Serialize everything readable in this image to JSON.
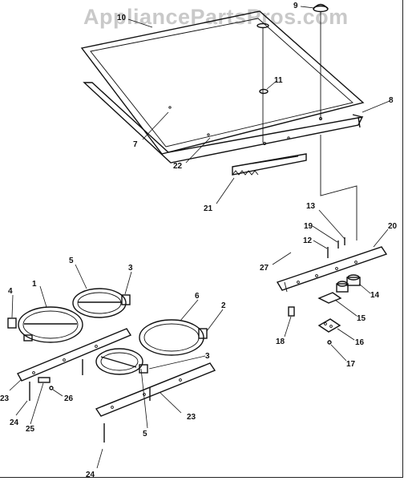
{
  "watermark": "AppliancePartsPros.com",
  "callouts": [
    "1",
    "2",
    "3",
    "3",
    "4",
    "5",
    "5",
    "6",
    "7",
    "8",
    "9",
    "10",
    "11",
    "12",
    "13",
    "14",
    "15",
    "16",
    "17",
    "18",
    "19",
    "20",
    "21",
    "22",
    "23",
    "23",
    "24",
    "24",
    "25",
    "26",
    "27"
  ]
}
